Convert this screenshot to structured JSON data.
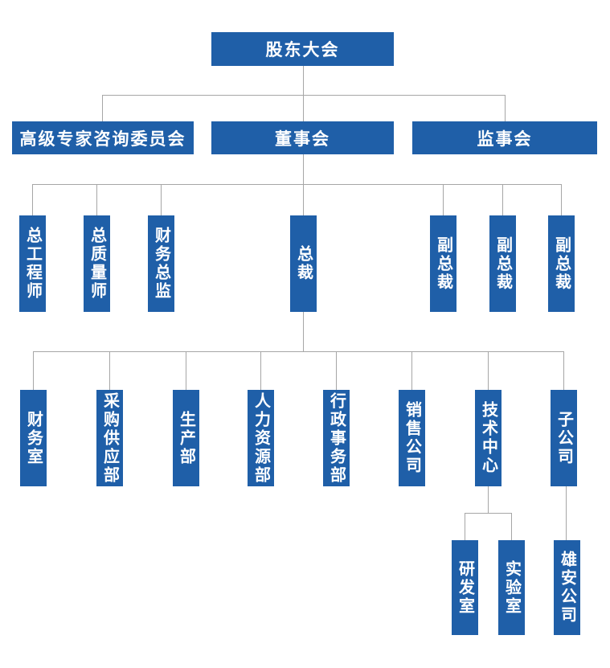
{
  "org_chart": {
    "colors": {
      "background": "#ffffff",
      "box_fill": "#1f5fa8",
      "box_text": "#ffffff",
      "connector_line": "#a6a6a6"
    },
    "nodes": {
      "shareholders_meeting": "股东大会",
      "advisory_committee": "高级专家咨询委员会",
      "board_of_directors": "董事会",
      "supervisory_board": "监事会",
      "chief_engineer": "总工程师",
      "chief_quality_engineer": "总质量师",
      "finance_director": "财务总监",
      "president": "总裁",
      "vice_president_1": "副总裁",
      "vice_president_2": "副总裁",
      "vice_president_3": "副总裁",
      "finance_office": "财务室",
      "procurement_supply_dept": "采购供应部",
      "production_dept": "生产部",
      "human_resources_dept": "人力资源部",
      "admin_affairs_dept": "行政事务部",
      "sales_company": "销售公司",
      "technology_center": "技术中心",
      "subsidiary": "子公司",
      "rd_office": "研发室",
      "laboratory": "实验室",
      "xiongan_company": "雄安公司"
    },
    "edges": [
      {
        "from": "shareholders_meeting",
        "to": [
          "advisory_committee",
          "board_of_directors",
          "supervisory_board"
        ]
      },
      {
        "from": "board_of_directors",
        "to": [
          "chief_engineer",
          "chief_quality_engineer",
          "finance_director",
          "president",
          "vice_president_1",
          "vice_president_2",
          "vice_president_3"
        ]
      },
      {
        "from": "president",
        "to": [
          "finance_office",
          "procurement_supply_dept",
          "production_dept",
          "human_resources_dept",
          "admin_affairs_dept",
          "sales_company",
          "technology_center",
          "subsidiary"
        ]
      },
      {
        "from": "technology_center",
        "to": [
          "rd_office",
          "laboratory"
        ]
      },
      {
        "from": "subsidiary",
        "to": [
          "xiongan_company"
        ]
      }
    ]
  }
}
